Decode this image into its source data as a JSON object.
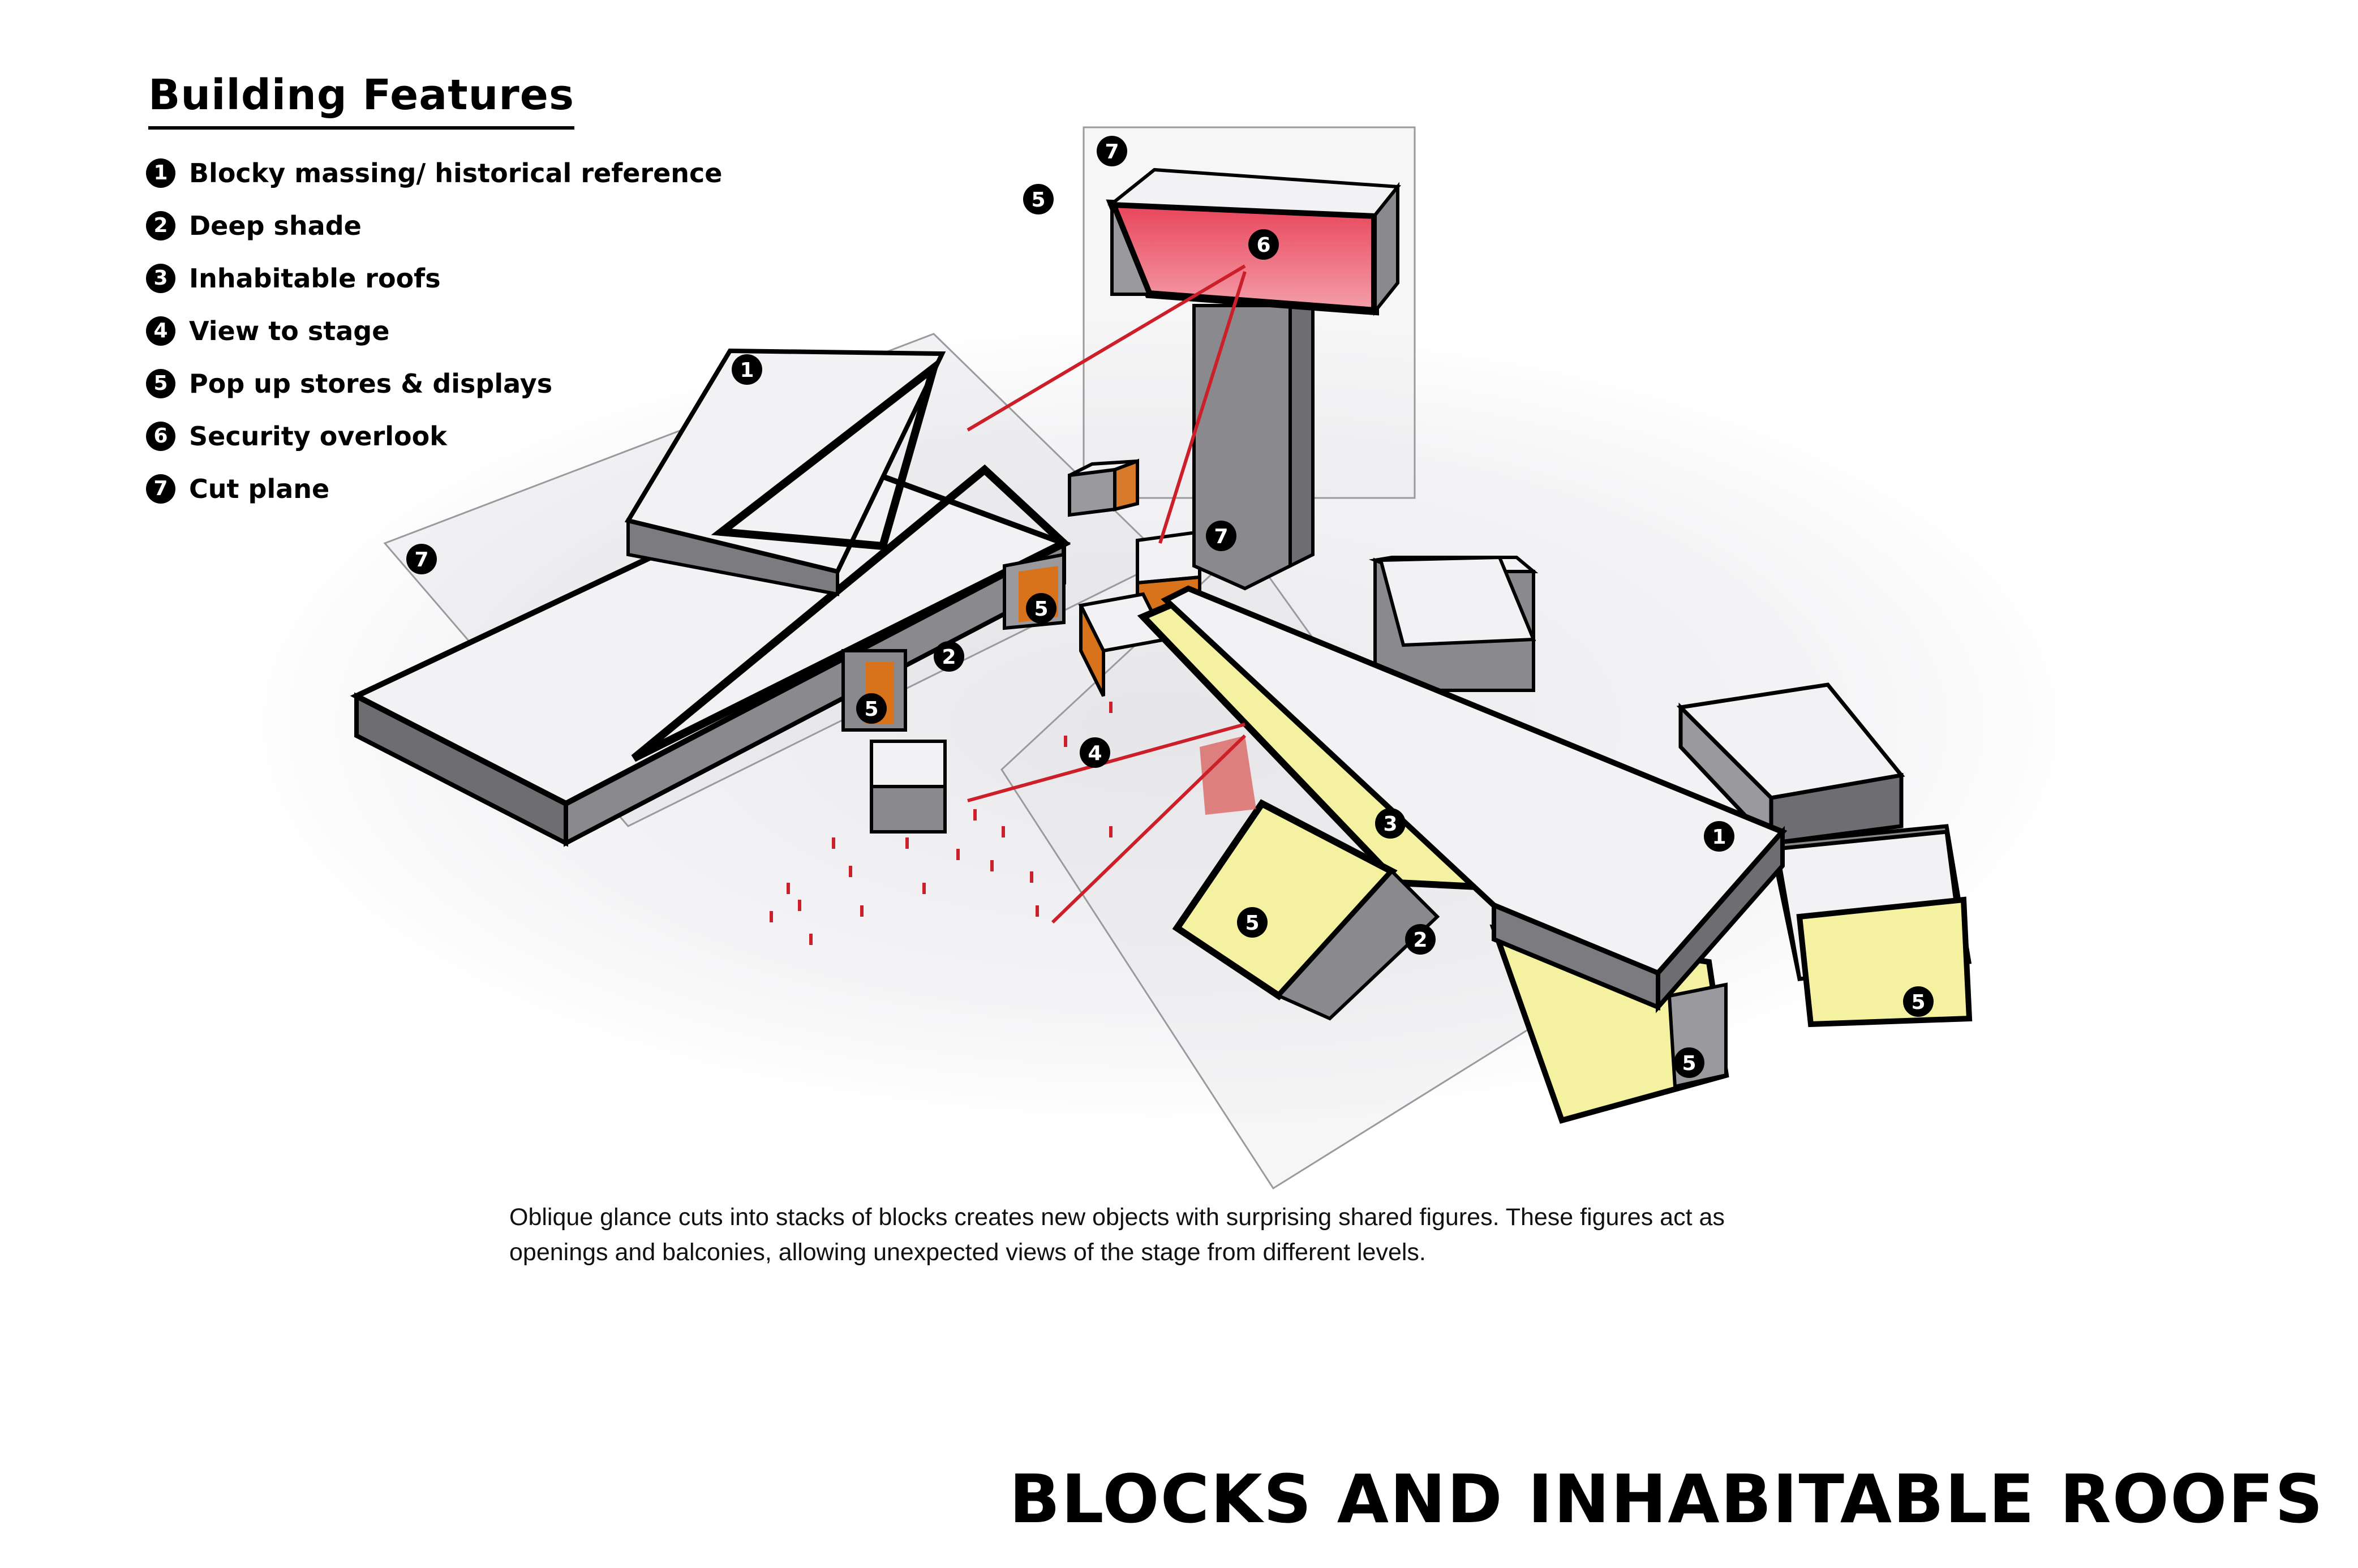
{
  "legend": {
    "title": "Building Features",
    "items": [
      {
        "num": "1",
        "label": "Blocky massing/ historical reference"
      },
      {
        "num": "2",
        "label": "Deep shade"
      },
      {
        "num": "3",
        "label": "Inhabitable roofs"
      },
      {
        "num": "4",
        "label": "View to stage"
      },
      {
        "num": "5",
        "label": "Pop up stores & displays"
      },
      {
        "num": "6",
        "label": "Security overlook"
      },
      {
        "num": "7",
        "label": "Cut plane"
      }
    ]
  },
  "markers": [
    "7",
    "5",
    "6",
    "1",
    "7",
    "7",
    "5",
    "2",
    "5",
    "4",
    "3",
    "5",
    "2",
    "1",
    "5",
    "5"
  ],
  "caption": {
    "line1": "Oblique glance cuts into stacks of blocks creates new objects with surprising shared figures. These figures act as",
    "line2": "openings and balconies, allowing unexpected views of the stage from different levels."
  },
  "title": "BLOCKS AND INHABITABLE ROOFS",
  "colors": {
    "stroke": "#000000",
    "roof": "#f2f2f4",
    "wall": "#8a8a8e",
    "yellow": "#f4f2a0",
    "red": "#cc1f2a",
    "pink": "#e8445a"
  }
}
